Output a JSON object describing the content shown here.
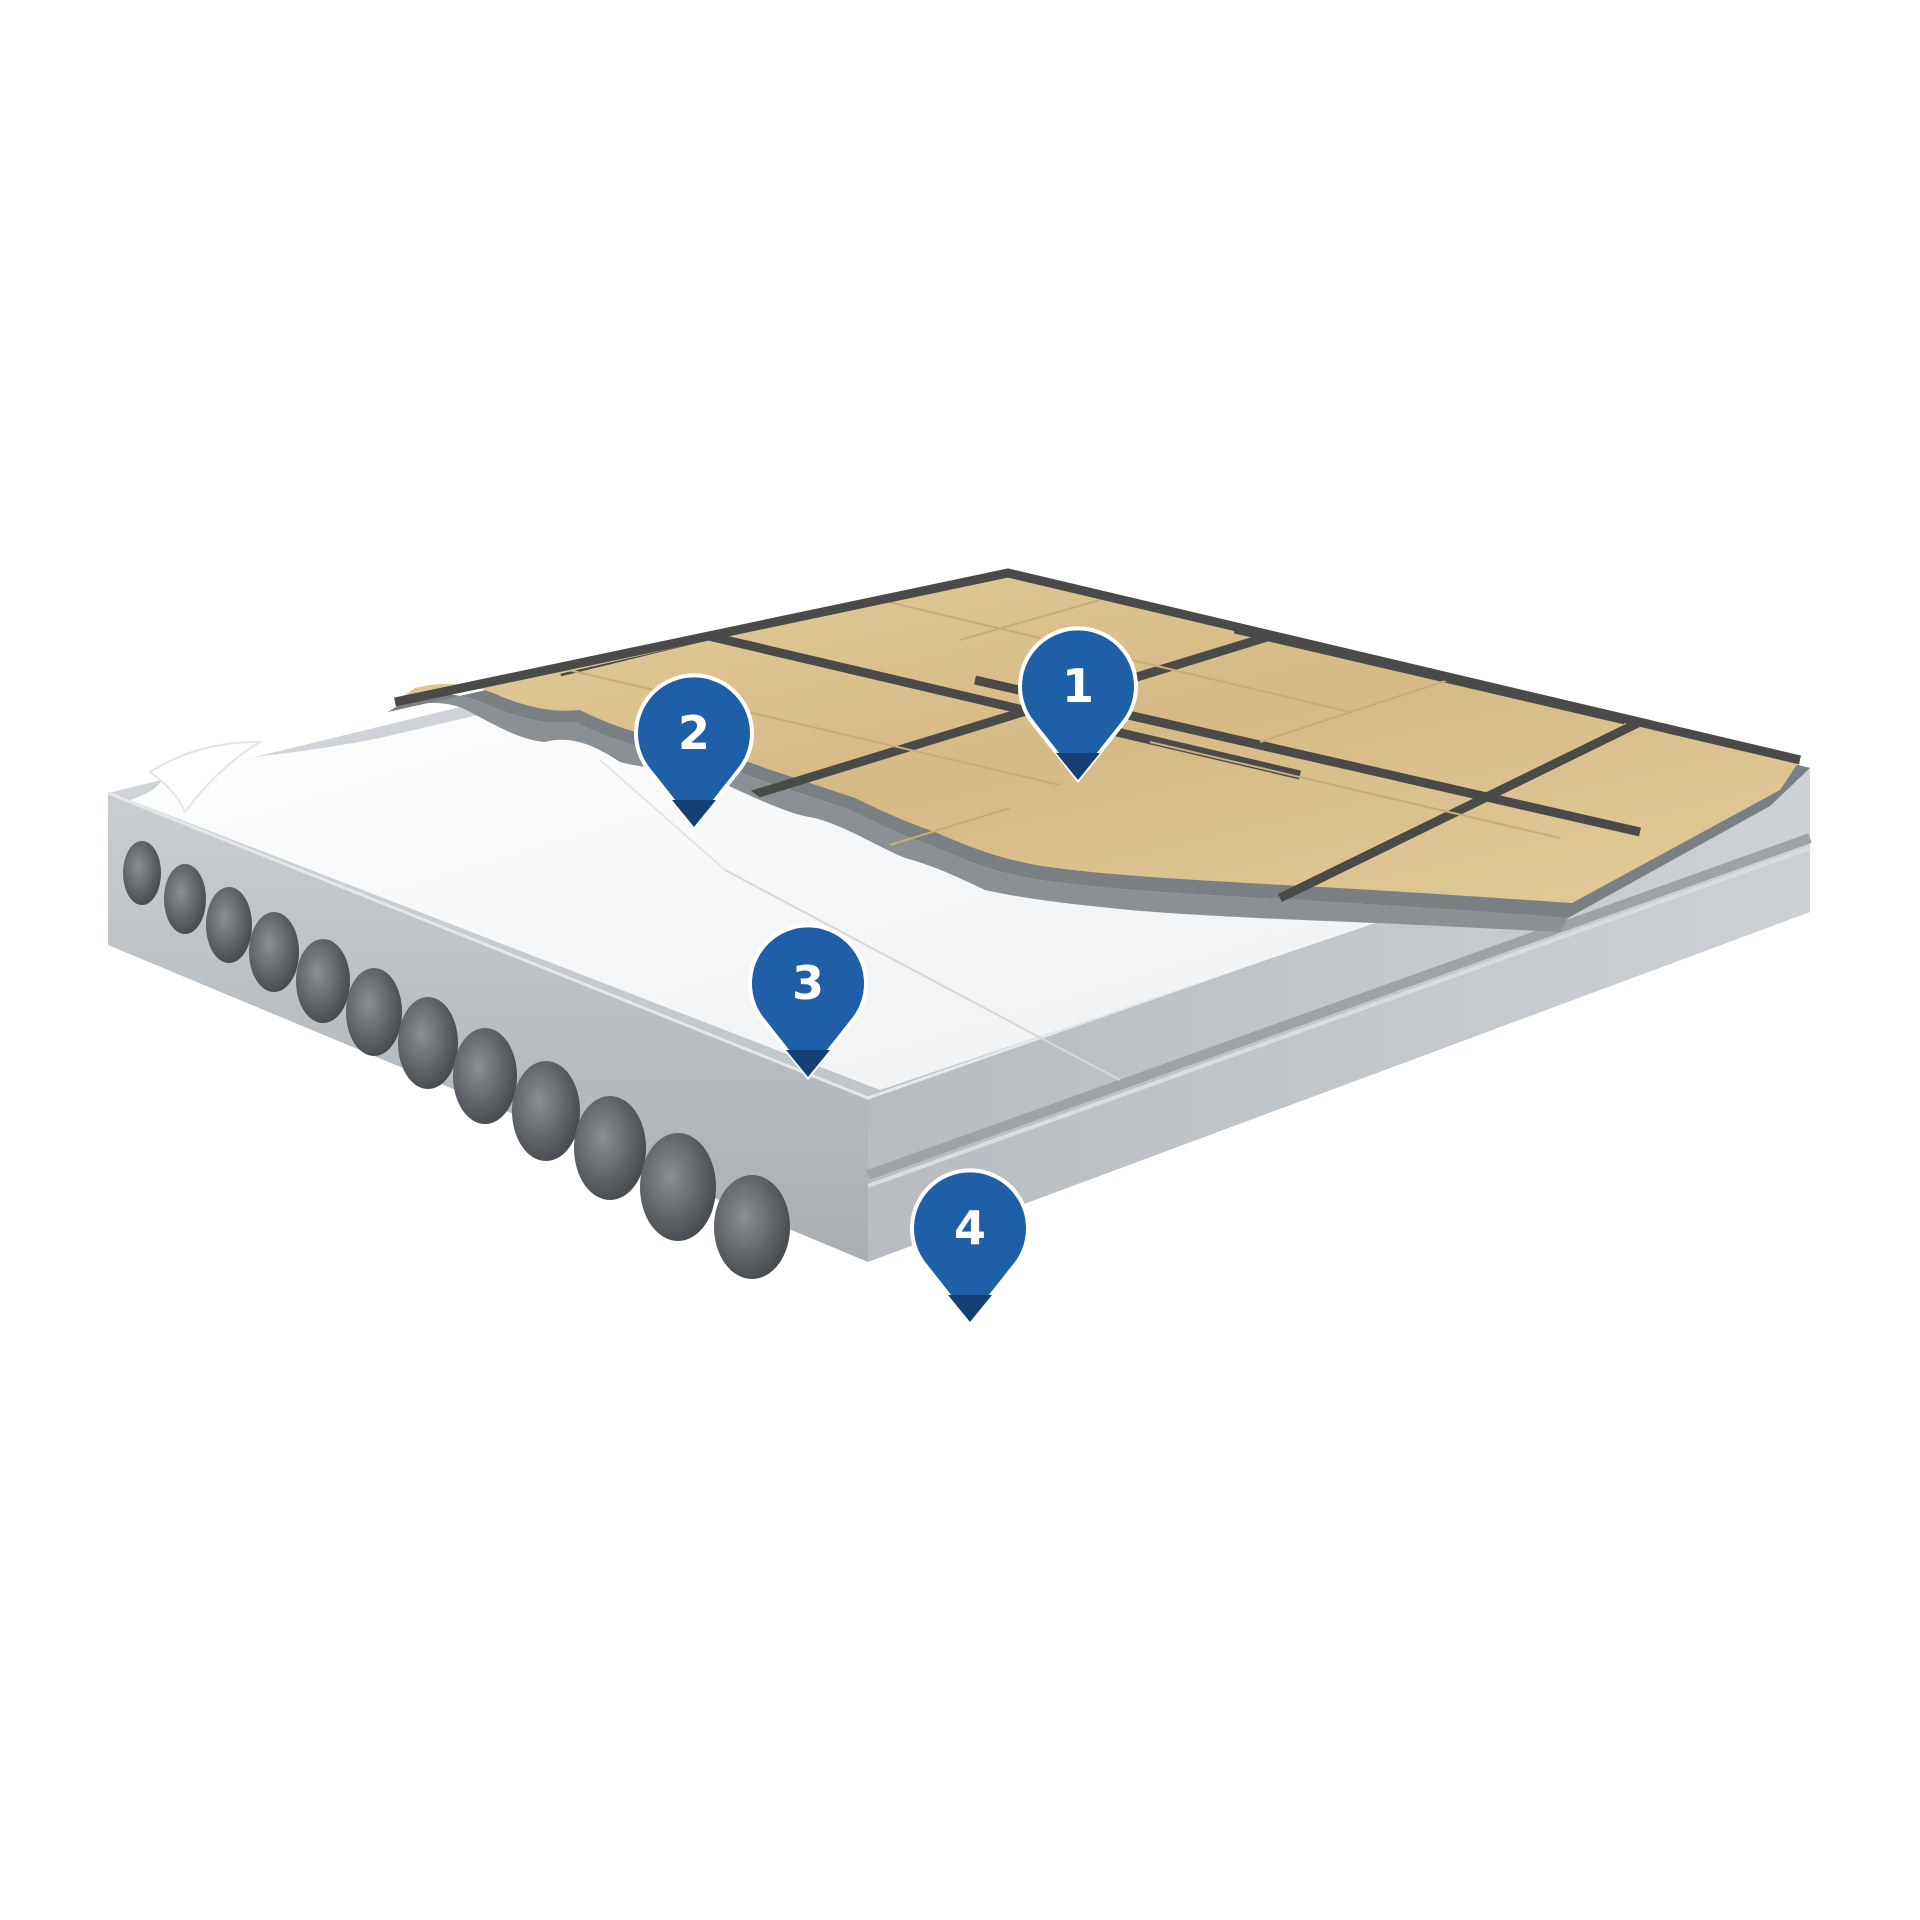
{
  "colors": {
    "background": "#ffffff",
    "marker_fill": "#1f5fa8",
    "marker_dark": "#163f73",
    "marker_text": "#ffffff",
    "tile": "#d8bf8e",
    "tile_joint": "#4a4a48",
    "adhesive": "#8a8f93",
    "membrane": "#f1f2f3",
    "concrete": "#c3c8cc",
    "concrete_hole": "#5d6166"
  },
  "markers": [
    {
      "label": "1",
      "icon": "map-pin-icon",
      "target": "tile-layer"
    },
    {
      "label": "2",
      "icon": "map-pin-icon",
      "target": "adhesive-layer"
    },
    {
      "label": "3",
      "icon": "map-pin-icon",
      "target": "membrane-layer"
    },
    {
      "label": "4",
      "icon": "map-pin-icon",
      "target": "concrete-slab"
    }
  ]
}
